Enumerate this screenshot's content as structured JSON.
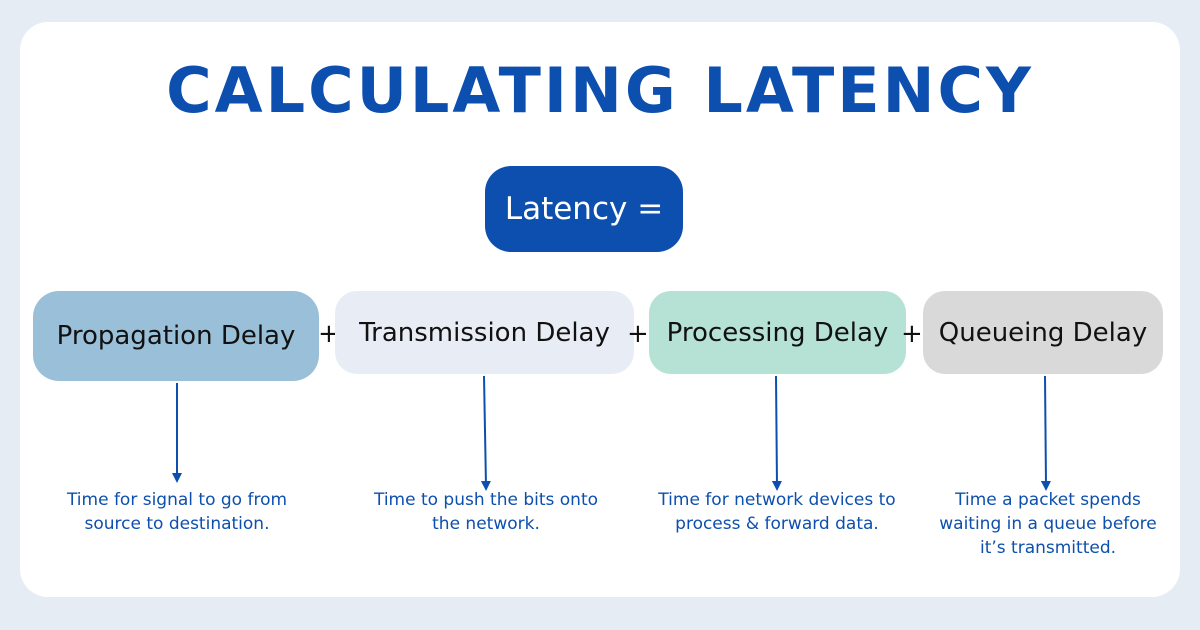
{
  "title": "CALCULATING LATENCY",
  "formula_lhs": "Latency =",
  "terms": [
    {
      "label": "Propagation Delay",
      "description": "Time for signal to go from source to destination."
    },
    {
      "label": "Transmission Delay",
      "description": "Time to push the bits onto the network."
    },
    {
      "label": "Processing Delay",
      "description": "Time for network devices to process & forward data."
    },
    {
      "label": "Queueing Delay",
      "description": "Time a packet spends waiting in a queue before it’s transmitted."
    }
  ],
  "operator": "+",
  "colors": {
    "accent": "#0d4fae",
    "propagation": "#99c0d8",
    "transmission": "#e8edf5",
    "processing": "#b5e2d4",
    "queueing": "#d9d9d9"
  }
}
